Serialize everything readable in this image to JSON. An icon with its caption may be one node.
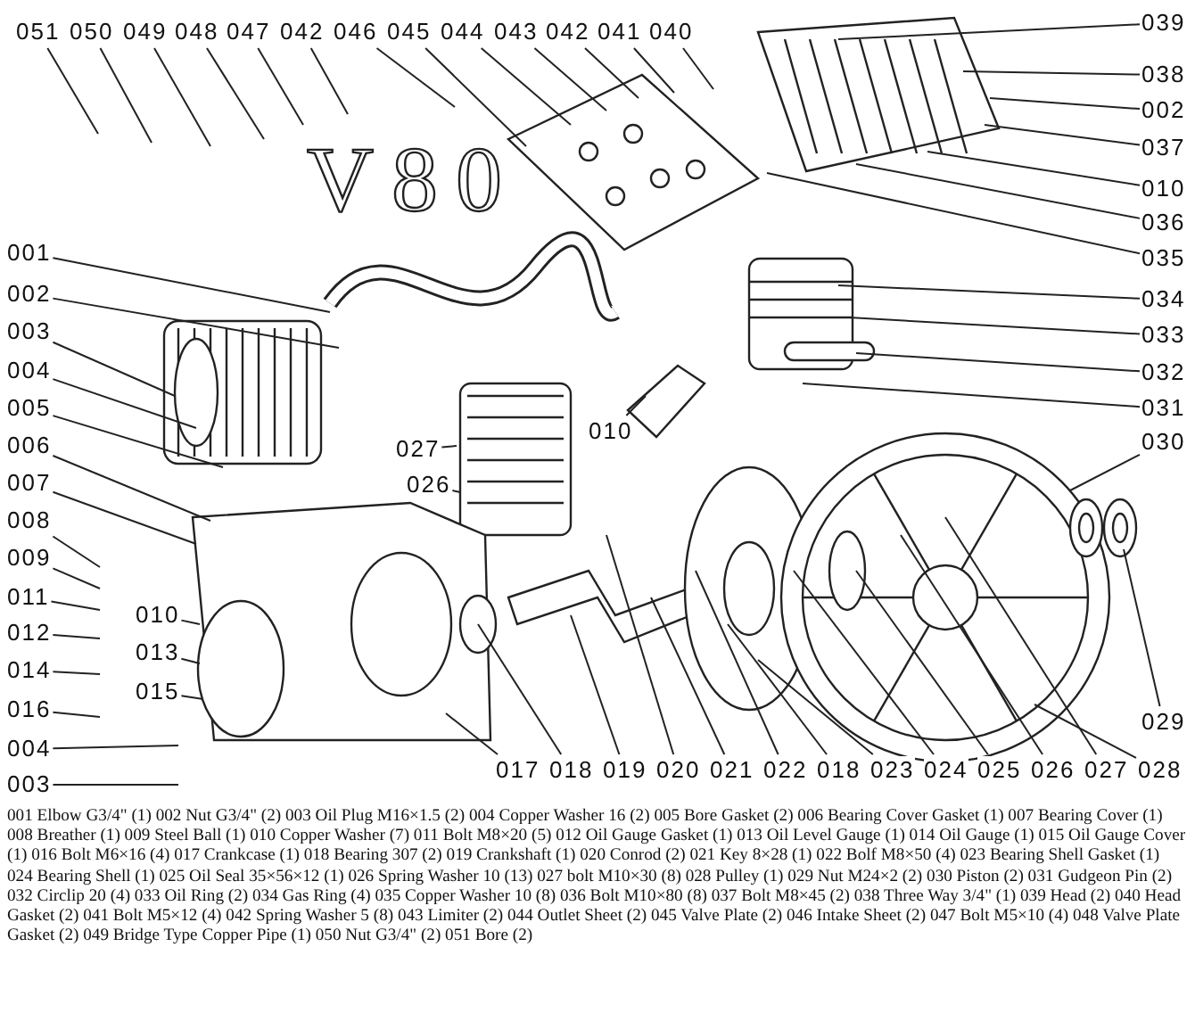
{
  "diagram": {
    "title": "V80",
    "caption": "001 Elbow G3/4\" (1) 002 Nut G3/4\" (2) 003 Oil Plug M16×1.5 (2) 004 Copper Washer 16 (2) 005 Bore Gasket (2) 006 Bearing Cover Gasket (1) 007 Bearing Cover (1) 008 Breather (1) 009 Steel Ball (1) 010 Copper Washer (7) 011 Bolt M8×20 (5) 012 Oil Gauge Gasket (1) 013 Oil Level Gauge (1) 014 Oil Gauge (1) 015 Oil Gauge Cover (1) 016 Bolt M6×16 (4) 017 Crankcase (1) 018 Bearing 307 (2) 019 Crankshaft (1) 020 Conrod (2) 021 Key 8×28 (1) 022 Bolf M8×50 (4) 023 Bearing Shell Gasket (1) 024 Bearing Shell (1) 025 Oil Seal 35×56×12 (1) 026 Spring Washer 10 (13) 027 bolt M10×30 (8) 028 Pulley (1) 029 Nut M24×2 (2) 030 Piston (2) 031 Gudgeon Pin (2) 032 Circlip 20 (4) 033 Oil Ring (2) 034 Gas Ring (4) 035 Copper Washer 10 (8) 036 Bolt M10×80 (8) 037 Bolt M8×45 (2) 038 Three Way 3/4\" (1) 039 Head (2) 040 Head Gasket (2) 041 Bolt M5×12 (4) 042 Spring Washer 5 (8) 043 Limiter (2) 044 Outlet Sheet (2) 045 Valve Plate (2) 046 Intake Sheet (2) 047 Bolt M5×10 (4) 048 Valve Plate Gasket (2) 049 Bridge Type Copper Pipe (1) 050 Nut G3/4\" (2) 051 Bore (2)",
    "nodes": [
      {
        "text": [
          "051"
        ]
      },
      {
        "text": [
          "050"
        ]
      },
      {
        "text": [
          "049"
        ]
      },
      {
        "text": [
          "048"
        ]
      },
      {
        "text": [
          "047"
        ]
      },
      {
        "text": [
          "042"
        ]
      },
      {
        "text": [
          "046"
        ]
      },
      {
        "text": [
          "045"
        ]
      },
      {
        "text": [
          "044"
        ]
      },
      {
        "text": [
          "043"
        ]
      },
      {
        "text": [
          "042"
        ]
      },
      {
        "text": [
          "041"
        ]
      },
      {
        "text": [
          "040"
        ]
      },
      {
        "text": [
          "039"
        ]
      },
      {
        "text": [
          "038"
        ]
      },
      {
        "text": [
          "002"
        ]
      },
      {
        "text": [
          "037"
        ]
      },
      {
        "text": [
          "010"
        ]
      },
      {
        "text": [
          "036"
        ]
      },
      {
        "text": [
          "035"
        ]
      },
      {
        "text": [
          "034"
        ]
      },
      {
        "text": [
          "033"
        ]
      },
      {
        "text": [
          "032"
        ]
      },
      {
        "text": [
          "031"
        ]
      },
      {
        "text": [
          "030"
        ]
      },
      {
        "text": [
          "001"
        ]
      },
      {
        "text": [
          "002"
        ]
      },
      {
        "text": [
          "003"
        ]
      },
      {
        "text": [
          "004"
        ]
      },
      {
        "text": [
          "005"
        ]
      },
      {
        "text": [
          "006"
        ]
      },
      {
        "text": [
          "007"
        ]
      },
      {
        "text": [
          "008"
        ]
      },
      {
        "text": [
          "009"
        ]
      },
      {
        "text": [
          "011"
        ]
      },
      {
        "text": [
          "012"
        ]
      },
      {
        "text": [
          "014"
        ]
      },
      {
        "text": [
          "016"
        ]
      },
      {
        "text": [
          "004"
        ]
      },
      {
        "text": [
          "003"
        ]
      },
      {
        "text": [
          "010"
        ]
      },
      {
        "text": [
          "013"
        ]
      },
      {
        "text": [
          "015"
        ]
      },
      {
        "text": [
          "027"
        ]
      },
      {
        "text": [
          "026"
        ]
      },
      {
        "text": [
          "010"
        ]
      },
      {
        "text": [
          "029"
        ]
      },
      {
        "text": [
          "017"
        ]
      },
      {
        "text": [
          "018"
        ]
      },
      {
        "text": [
          "019"
        ]
      },
      {
        "text": [
          "020"
        ]
      },
      {
        "text": [
          "021"
        ]
      },
      {
        "text": [
          "022"
        ]
      },
      {
        "text": [
          "018"
        ]
      },
      {
        "text": [
          "023"
        ]
      },
      {
        "text": [
          "024"
        ]
      },
      {
        "text": [
          "025"
        ]
      },
      {
        "text": [
          "026"
        ]
      },
      {
        "text": [
          "027"
        ]
      },
      {
        "text": [
          "028"
        ]
      }
    ],
    "edges": [
      {
        "from": 0,
        "to": null,
        "arrow": "none"
      },
      {
        "from": 1,
        "to": null,
        "arrow": "none"
      },
      {
        "from": 2,
        "to": null,
        "arrow": "none"
      },
      {
        "from": 3,
        "to": null,
        "arrow": "none"
      },
      {
        "from": 4,
        "to": null,
        "arrow": "none"
      },
      {
        "from": 5,
        "to": null,
        "arrow": "none"
      },
      {
        "from": 6,
        "to": null,
        "arrow": "none"
      },
      {
        "from": 7,
        "to": null,
        "arrow": "none"
      },
      {
        "from": 8,
        "to": null,
        "arrow": "none"
      },
      {
        "from": 9,
        "to": null,
        "arrow": "none"
      },
      {
        "from": 10,
        "to": null,
        "arrow": "none"
      },
      {
        "from": 11,
        "to": null,
        "arrow": "none"
      },
      {
        "from": 12,
        "to": null,
        "arrow": "none"
      },
      {
        "from": 13,
        "to": null,
        "arrow": "none"
      },
      {
        "from": 14,
        "to": null,
        "arrow": "none"
      },
      {
        "from": 15,
        "to": null,
        "arrow": "none"
      },
      {
        "from": 16,
        "to": null,
        "arrow": "none"
      },
      {
        "from": 17,
        "to": null,
        "arrow": "none"
      },
      {
        "from": 18,
        "to": null,
        "arrow": "none"
      },
      {
        "from": 19,
        "to": null,
        "arrow": "none"
      },
      {
        "from": 20,
        "to": null,
        "arrow": "none"
      },
      {
        "from": 21,
        "to": null,
        "arrow": "none"
      },
      {
        "from": 22,
        "to": null,
        "arrow": "none"
      },
      {
        "from": 23,
        "to": null,
        "arrow": "none"
      },
      {
        "from": 24,
        "to": null,
        "arrow": "none"
      },
      {
        "from": 25,
        "to": null,
        "arrow": "none"
      },
      {
        "from": 26,
        "to": null,
        "arrow": "none"
      },
      {
        "from": 27,
        "to": null,
        "arrow": "none"
      },
      {
        "from": 28,
        "to": null,
        "arrow": "none"
      },
      {
        "from": 29,
        "to": null,
        "arrow": "none"
      },
      {
        "from": 30,
        "to": null,
        "arrow": "none"
      },
      {
        "from": 31,
        "to": null,
        "arrow": "none"
      },
      {
        "from": 32,
        "to": null,
        "arrow": "none"
      },
      {
        "from": 33,
        "to": null,
        "arrow": "none"
      },
      {
        "from": 34,
        "to": null,
        "arrow": "none"
      },
      {
        "from": 35,
        "to": null,
        "arrow": "none"
      },
      {
        "from": 36,
        "to": null,
        "arrow": "none"
      },
      {
        "from": 37,
        "to": null,
        "arrow": "none"
      },
      {
        "from": 38,
        "to": null,
        "arrow": "none"
      },
      {
        "from": 39,
        "to": null,
        "arrow": "none"
      },
      {
        "from": 40,
        "to": null,
        "arrow": "none"
      },
      {
        "from": 41,
        "to": null,
        "arrow": "none"
      },
      {
        "from": 42,
        "to": null,
        "arrow": "none"
      },
      {
        "from": 43,
        "to": null,
        "arrow": "none"
      },
      {
        "from": 44,
        "to": null,
        "arrow": "none"
      },
      {
        "from": 45,
        "to": null,
        "arrow": "none"
      },
      {
        "from": 46,
        "to": null,
        "arrow": "none"
      },
      {
        "from": 47,
        "to": null,
        "arrow": "none"
      },
      {
        "from": 48,
        "to": null,
        "arrow": "none"
      },
      {
        "from": 49,
        "to": null,
        "arrow": "none"
      },
      {
        "from": 50,
        "to": null,
        "arrow": "none"
      },
      {
        "from": 51,
        "to": null,
        "arrow": "none"
      },
      {
        "from": 52,
        "to": null,
        "arrow": "none"
      },
      {
        "from": 53,
        "to": null,
        "arrow": "none"
      },
      {
        "from": 54,
        "to": null,
        "arrow": "none"
      },
      {
        "from": 55,
        "to": null,
        "arrow": "none"
      },
      {
        "from": 56,
        "to": null,
        "arrow": "none"
      },
      {
        "from": 57,
        "to": null,
        "arrow": "none"
      },
      {
        "from": 58,
        "to": null,
        "arrow": "none"
      },
      {
        "from": 59,
        "to": null,
        "arrow": "none"
      }
    ]
  }
}
